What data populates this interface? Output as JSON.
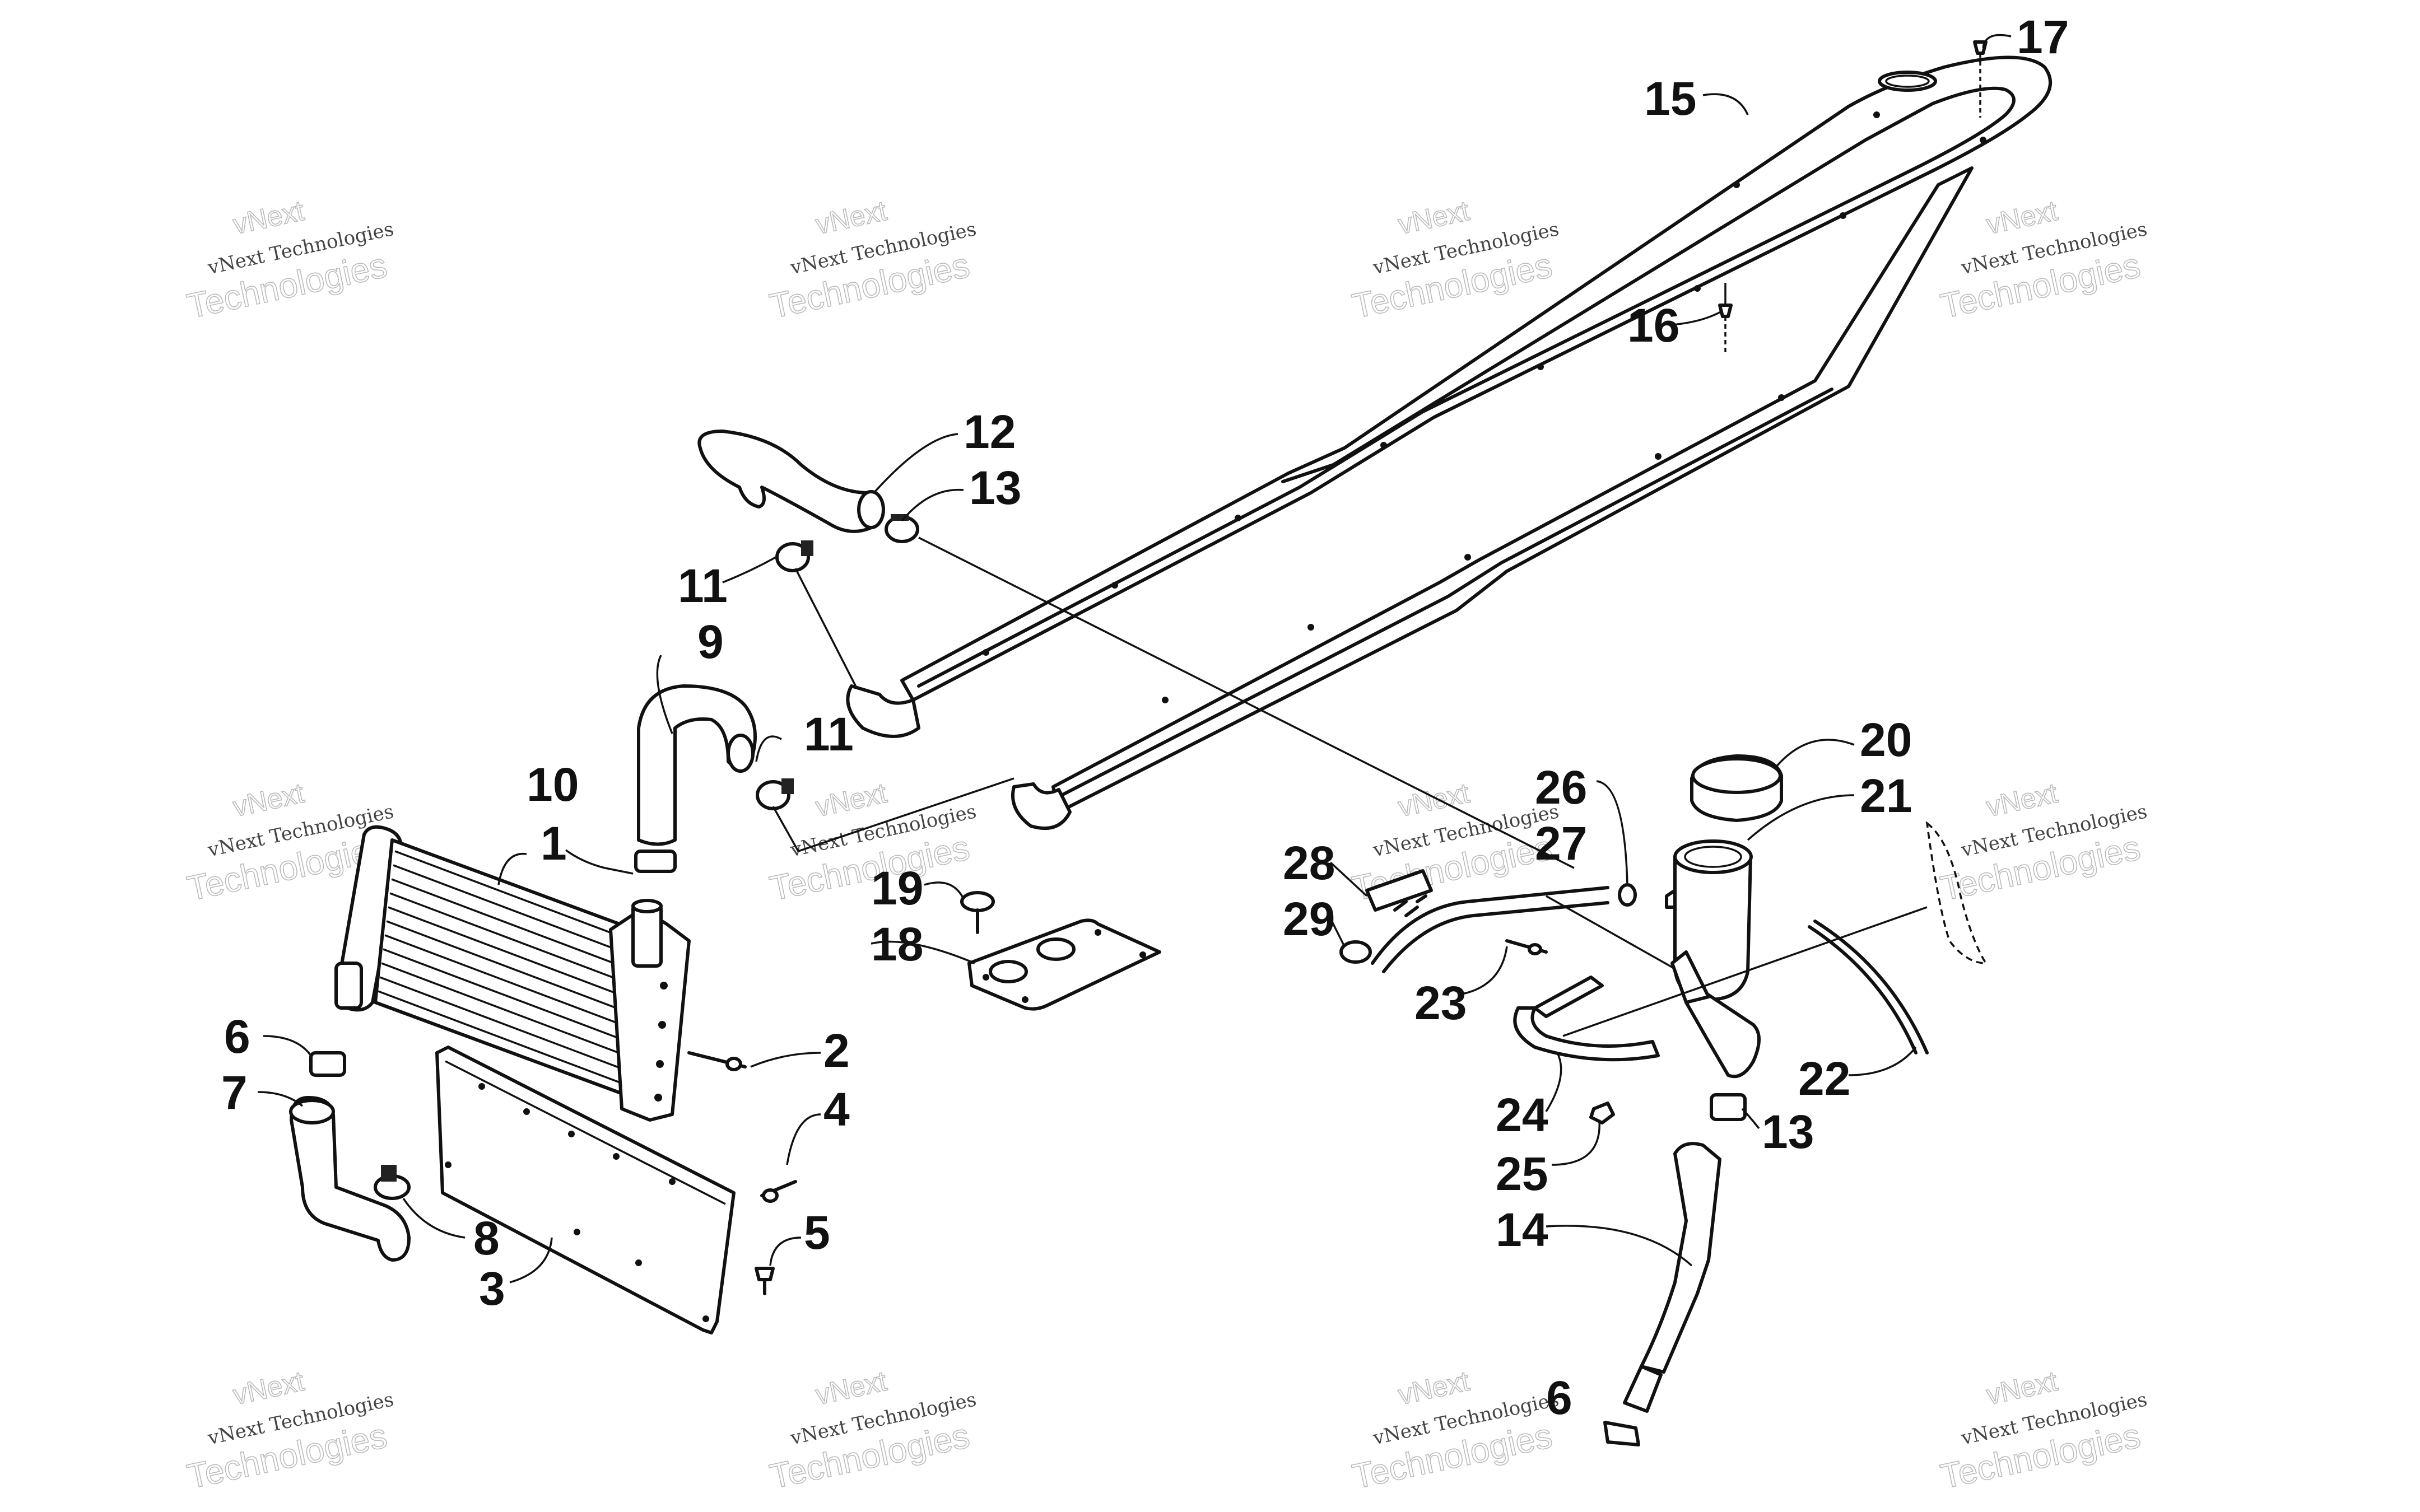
{
  "diagram": {
    "watermark": {
      "line1": "vNext Technologies",
      "line2": "Technologies",
      "line3": "vNext"
    },
    "callouts": {
      "c1": "1",
      "c2": "2",
      "c3": "3",
      "c4": "4",
      "c5": "5",
      "c6a": "6",
      "c6b": "6",
      "c7": "7",
      "c8": "8",
      "c9": "9",
      "c10": "10",
      "c11a": "11",
      "c11b": "11",
      "c12": "12",
      "c13a": "13",
      "c13b": "13",
      "c14": "14",
      "c15": "15",
      "c16": "16",
      "c17": "17",
      "c18": "18",
      "c19": "19",
      "c20": "20",
      "c21": "21",
      "c22": "22",
      "c23": "23",
      "c24": "24",
      "c25": "25",
      "c26": "26",
      "c27": "27",
      "c28": "28",
      "c29": "29"
    }
  }
}
